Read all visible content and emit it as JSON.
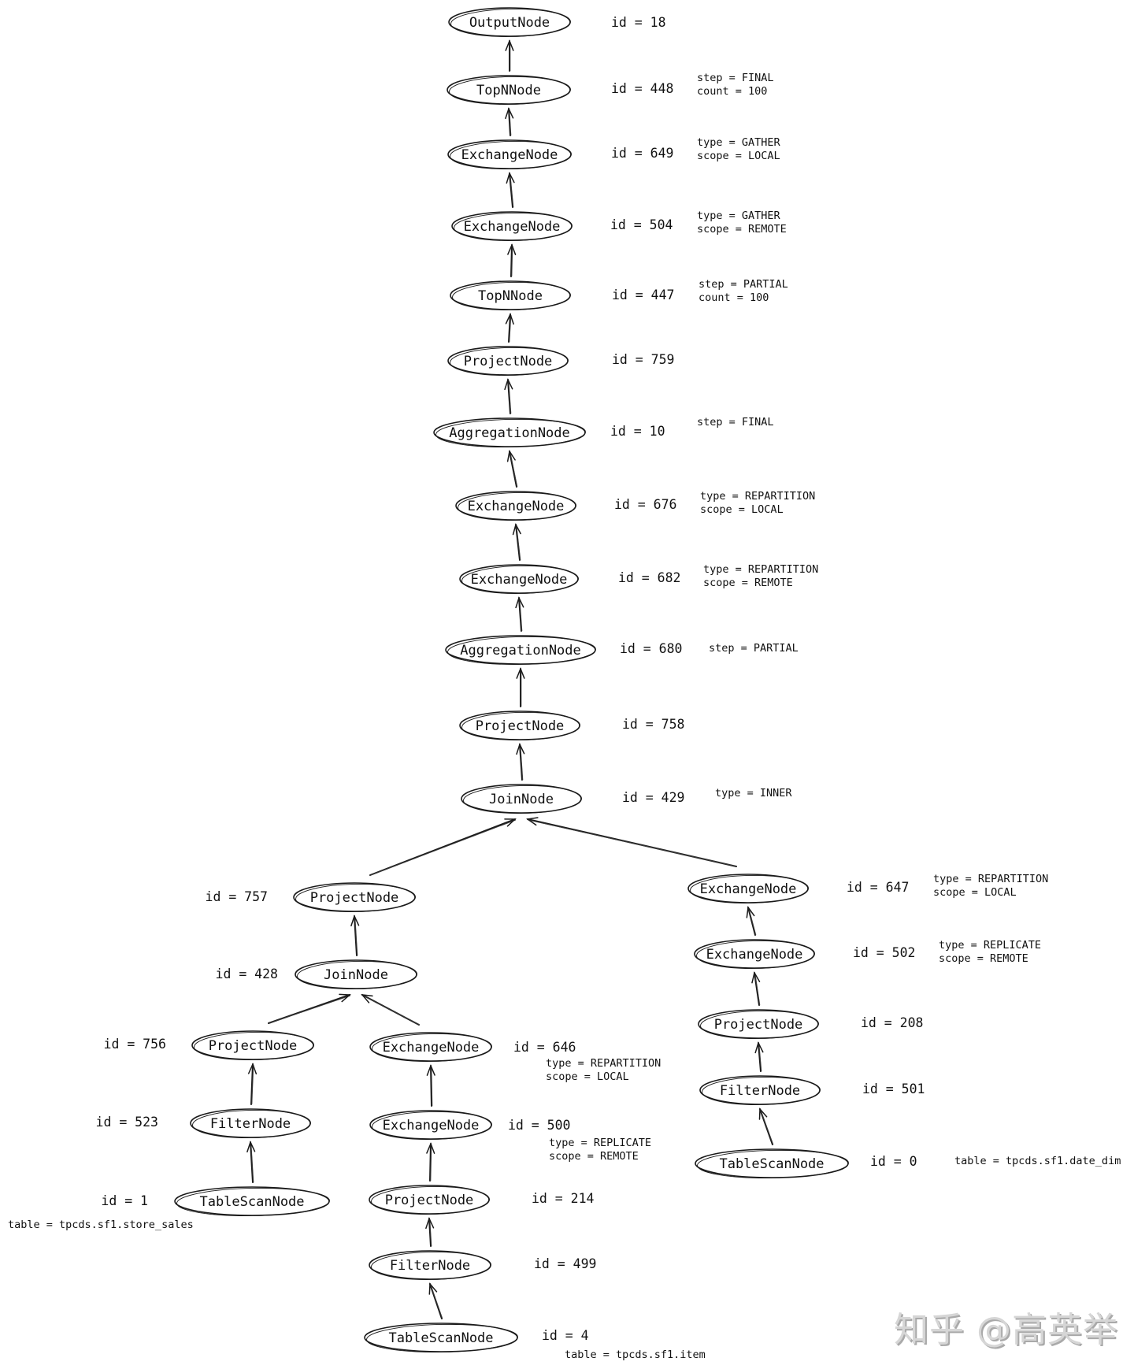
{
  "diagram": {
    "title": "Query plan tree",
    "nodes": [
      {
        "key": "n18",
        "name": "OutputNode",
        "id_text": "id = 18",
        "attrs": []
      },
      {
        "key": "n448",
        "name": "TopNNode",
        "id_text": "id = 448",
        "attrs": [
          "step = FINAL",
          "count = 100"
        ]
      },
      {
        "key": "n649",
        "name": "ExchangeNode",
        "id_text": "id = 649",
        "attrs": [
          "type = GATHER",
          "scope = LOCAL"
        ]
      },
      {
        "key": "n504",
        "name": "ExchangeNode",
        "id_text": "id = 504",
        "attrs": [
          "type = GATHER",
          "scope = REMOTE"
        ]
      },
      {
        "key": "n447",
        "name": "TopNNode",
        "id_text": "id = 447",
        "attrs": [
          "step = PARTIAL",
          "count = 100"
        ]
      },
      {
        "key": "n759",
        "name": "ProjectNode",
        "id_text": "id = 759",
        "attrs": []
      },
      {
        "key": "n10",
        "name": "AggregationNode",
        "id_text": "id = 10",
        "attrs": [
          "step = FINAL"
        ]
      },
      {
        "key": "n676",
        "name": "ExchangeNode",
        "id_text": "id = 676",
        "attrs": [
          "type = REPARTITION",
          "scope = LOCAL"
        ]
      },
      {
        "key": "n682",
        "name": "ExchangeNode",
        "id_text": "id = 682",
        "attrs": [
          "type = REPARTITION",
          "scope = REMOTE"
        ]
      },
      {
        "key": "n680",
        "name": "AggregationNode",
        "id_text": "id = 680",
        "attrs": [
          "step = PARTIAL"
        ]
      },
      {
        "key": "n758",
        "name": "ProjectNode",
        "id_text": "id = 758",
        "attrs": []
      },
      {
        "key": "n429",
        "name": "JoinNode",
        "id_text": "id = 429",
        "attrs": [
          "type = INNER"
        ]
      },
      {
        "key": "n757",
        "name": "ProjectNode",
        "id_text": "id = 757",
        "attrs": []
      },
      {
        "key": "n428",
        "name": "JoinNode",
        "id_text": "id = 428",
        "attrs": []
      },
      {
        "key": "n756",
        "name": "ProjectNode",
        "id_text": "id = 756",
        "attrs": []
      },
      {
        "key": "n523",
        "name": "FilterNode",
        "id_text": "id = 523",
        "attrs": []
      },
      {
        "key": "n1",
        "name": "TableScanNode",
        "id_text": "id = 1",
        "attrs": [
          "table = tpcds.sf1.store_sales"
        ]
      },
      {
        "key": "n646",
        "name": "ExchangeNode",
        "id_text": "id = 646",
        "attrs": [
          "type = REPARTITION",
          "scope = LOCAL"
        ]
      },
      {
        "key": "n500",
        "name": "ExchangeNode",
        "id_text": "id = 500",
        "attrs": [
          "type = REPLICATE",
          "scope = REMOTE"
        ]
      },
      {
        "key": "n214",
        "name": "ProjectNode",
        "id_text": "id = 214",
        "attrs": []
      },
      {
        "key": "n499",
        "name": "FilterNode",
        "id_text": "id = 499",
        "attrs": []
      },
      {
        "key": "n4",
        "name": "TableScanNode",
        "id_text": "id = 4",
        "attrs": [
          "table = tpcds.sf1.item"
        ]
      },
      {
        "key": "n647",
        "name": "ExchangeNode",
        "id_text": "id = 647",
        "attrs": [
          "type = REPARTITION",
          "scope = LOCAL"
        ]
      },
      {
        "key": "n502",
        "name": "ExchangeNode",
        "id_text": "id = 502",
        "attrs": [
          "type = REPLICATE",
          "scope = REMOTE"
        ]
      },
      {
        "key": "n208",
        "name": "ProjectNode",
        "id_text": "id = 208",
        "attrs": []
      },
      {
        "key": "n501",
        "name": "FilterNode",
        "id_text": "id = 501",
        "attrs": []
      },
      {
        "key": "n0",
        "name": "TableScanNode",
        "id_text": "id = 0",
        "attrs": [
          "table = tpcds.sf1.date_dim"
        ]
      }
    ],
    "edges": [
      {
        "from": "n448",
        "to": "n18"
      },
      {
        "from": "n649",
        "to": "n448"
      },
      {
        "from": "n504",
        "to": "n649"
      },
      {
        "from": "n447",
        "to": "n504"
      },
      {
        "from": "n759",
        "to": "n447"
      },
      {
        "from": "n10",
        "to": "n759"
      },
      {
        "from": "n676",
        "to": "n10"
      },
      {
        "from": "n682",
        "to": "n676"
      },
      {
        "from": "n680",
        "to": "n682"
      },
      {
        "from": "n758",
        "to": "n680"
      },
      {
        "from": "n429",
        "to": "n758"
      },
      {
        "from": "n757",
        "to": "n429"
      },
      {
        "from": "n647",
        "to": "n429"
      },
      {
        "from": "n428",
        "to": "n757"
      },
      {
        "from": "n756",
        "to": "n428"
      },
      {
        "from": "n646",
        "to": "n428"
      },
      {
        "from": "n523",
        "to": "n756"
      },
      {
        "from": "n1",
        "to": "n523"
      },
      {
        "from": "n500",
        "to": "n646"
      },
      {
        "from": "n214",
        "to": "n500"
      },
      {
        "from": "n499",
        "to": "n214"
      },
      {
        "from": "n4",
        "to": "n499"
      },
      {
        "from": "n502",
        "to": "n647"
      },
      {
        "from": "n208",
        "to": "n502"
      },
      {
        "from": "n501",
        "to": "n208"
      },
      {
        "from": "n0",
        "to": "n501"
      }
    ]
  },
  "watermark": {
    "text": "知乎 @高英举"
  }
}
